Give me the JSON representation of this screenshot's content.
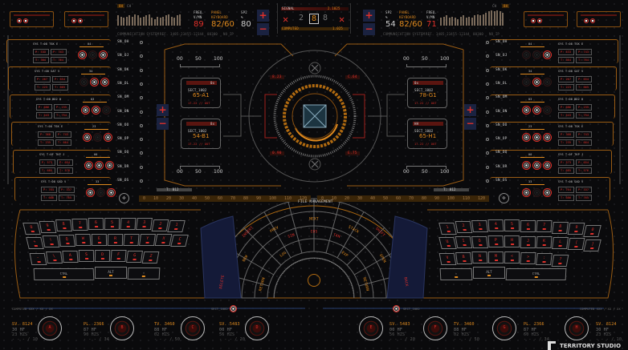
{
  "colors": {
    "accent": "#e08a1e",
    "alert": "#e0302a",
    "panel": "#1a2240"
  },
  "top": {
    "left": {
      "ch_badge": "8H",
      "ch": "CH",
      "freq": "FREQ.",
      "freq_unit": "V/MN",
      "panel": "PANEL",
      "keyboard": "KEYBOARD",
      "sp": "SP2",
      "sp_unit": "%",
      "freq_value": "89",
      "panel_value": "82/60",
      "sp_value": "80",
      "system": "COMMUNICATION SYSTEM",
      "ref": "REF. 3485-23455-12344",
      "code": "00300",
      "ip": "NO IP"
    },
    "right": {
      "ch_badge": "8H",
      "ch": "CH",
      "freq": "FREQ.",
      "freq_unit": "V/MN",
      "panel": "PANEL",
      "keyboard": "KEYBOARD",
      "sp": "SP2",
      "sp_unit": "%",
      "freq_value": "71",
      "panel_value": "82/60",
      "sp_value": "54",
      "system": "COMMUNICATION SYSTEM",
      "ref": "REF. 3485-23455-12344",
      "code": "00300",
      "ip": "NO IP"
    },
    "signal": {
      "label": "SIGNAL",
      "value": "2.1025",
      "digits": [
        "2",
        "8",
        "8"
      ],
      "computed": "COMPUTED",
      "computed_value": "1.025"
    },
    "plus": "+",
    "minus": "−",
    "bars_left": [
      8,
      7,
      6,
      7,
      8,
      7,
      9,
      8,
      6,
      7,
      8,
      9,
      6,
      5,
      7,
      6,
      7,
      8,
      9,
      7,
      6,
      8,
      9
    ],
    "bars_right": [
      6,
      7,
      8,
      6,
      7,
      6,
      5,
      7,
      8,
      6,
      7,
      6,
      8,
      9,
      8,
      9,
      10,
      11,
      12,
      11,
      12,
      11,
      10
    ]
  },
  "sn_left": [
    "SN_OH",
    "SN_OJ",
    "SN_OK",
    "SN_OL",
    "SN_OM",
    "SN_ON",
    "SN_OO",
    "SN_OP",
    "SN_OQ",
    "SN_OR",
    "SN_OS"
  ],
  "sn_right": [
    "SN_OH",
    "SN_OJ",
    "SN_OK",
    "SN_OL",
    "SN_OM",
    "SN_ON",
    "SN_OO",
    "SN_OP",
    "SN_OQ",
    "SN_OR",
    "SN_OS"
  ],
  "blocks_left": [
    {
      "hdr": "SYS  T:08  TSK  E",
      "num": "04",
      "v": [
        "P: 533",
        "P: 743",
        "T: 364",
        "T: 764"
      ],
      "lights": [
        1,
        0,
        1
      ]
    },
    {
      "hdr": "SYS  T:00  SAT  V",
      "num": "34",
      "v": [
        "P: 267",
        "P: 654",
        "T: 223",
        "T: 665"
      ],
      "lights": [
        0,
        1,
        1
      ]
    },
    {
      "hdr": "SYS  T:00  BD2  H",
      "num": "03",
      "v": [
        "P: 686",
        "P: 235",
        "T: 543",
        "T: 754"
      ],
      "lights": [
        1,
        1,
        0
      ]
    },
    {
      "hdr": "SYS  T:08  TSK  E",
      "num": "23",
      "v": [
        "P: 368",
        "P: 743",
        "T: 235",
        "T: 664"
      ],
      "lights": [
        1,
        0,
        1
      ]
    },
    {
      "hdr": "SYS  T:0F  TKP  J",
      "num": "00",
      "v": [
        "P: 573",
        "P: 654",
        "T: 685",
        "T: 576"
      ],
      "lights": [
        1,
        1,
        1
      ]
    },
    {
      "hdr": "SYS  T:08  SAD  V",
      "num": "33",
      "v": [
        "P: 764",
        "P: 337",
        "T: 686",
        "T: 765"
      ],
      "lights": [
        1,
        0,
        1
      ]
    }
  ],
  "blocks_right": [
    {
      "hdr": "SYS  T:08  TSK  E",
      "num": "04",
      "v": [
        "P: 533",
        "P: 743",
        "T: 364",
        "T: 764"
      ],
      "lights": [
        0,
        0,
        1
      ]
    },
    {
      "hdr": "SYS  T:00  SAT  V",
      "num": "34",
      "v": [
        "P: 267",
        "P: 654",
        "T: 223",
        "T: 665"
      ],
      "lights": [
        0,
        1,
        0
      ]
    },
    {
      "hdr": "SYS  T:00  BD2  H",
      "num": "03",
      "v": [
        "P: 686",
        "P: 235",
        "T: 543",
        "T: 754"
      ],
      "lights": [
        1,
        1,
        0
      ]
    },
    {
      "hdr": "SYS  T:08  TSK  E",
      "num": "23",
      "v": [
        "P: 368",
        "P: 743",
        "T: 235",
        "T: 664"
      ],
      "lights": [
        1,
        1,
        1
      ]
    },
    {
      "hdr": "SYS  T:0F  TKP  J",
      "num": "00",
      "v": [
        "P: 573",
        "P: 654",
        "T: 685",
        "T: 576"
      ],
      "lights": [
        1,
        1,
        1
      ]
    },
    {
      "hdr": "SYS  T:08  SAD  V",
      "num": "33",
      "v": [
        "P: 764",
        "P: 337",
        "T: 686",
        "T: 765"
      ],
      "lights": [
        1,
        0,
        1
      ]
    }
  ],
  "center": {
    "scale": [
      "00",
      "50",
      "100"
    ],
    "cards_left": [
      {
        "tag": "0x",
        "sect": "SECT_1002",
        "code": "65-A1",
        "status": "17.22 // OUT"
      },
      {
        "tag": "8x",
        "sect": "SECT_1002",
        "code": "54-B1",
        "status": "17.22 // OUT"
      }
    ],
    "cards_right": [
      {
        "tag": "0x",
        "sect": "SECT_1002",
        "code": "78-G1",
        "status": "17.22 // OUT"
      },
      {
        "tag": "HH",
        "sect": "SECT_1002",
        "code": "65-H1",
        "status": "17.22 // OUT"
      }
    ],
    "readouts": [
      "8.23",
      "C.64",
      "0.90",
      "E.75"
    ],
    "t_label": "T: 012"
  },
  "ruler": [
    "0",
    "10",
    "20",
    "30",
    "40",
    "50",
    "60",
    "70",
    "80",
    "90",
    "100",
    "110",
    "120"
  ],
  "keyboard_left": [
    [
      "0",
      "9",
      "8",
      "7",
      "6",
      "5",
      "4",
      "3",
      "2",
      "1"
    ],
    [
      "+",
      "!",
      "Q",
      "W",
      "E",
      "R",
      "T",
      "Y",
      "X",
      "C"
    ],
    [
      "-",
      "\\",
      "A",
      "S",
      "D",
      "F",
      "G",
      "Z"
    ],
    [
      "CTRL",
      "ALT",
      "⇧"
    ]
  ],
  "keyboard_right": [
    [
      "1",
      "2",
      "3",
      "4",
      "5",
      "6",
      "7",
      "8",
      "9",
      "0"
    ],
    [
      "U",
      "I",
      "O",
      "P",
      "H",
      "J",
      "K",
      "L",
      "[",
      "]"
    ],
    [
      "V",
      "B",
      "N",
      "M",
      "<",
      ">",
      ":",
      "?"
    ],
    [
      "⇧",
      "ALT",
      "CTRL"
    ]
  ],
  "radial": {
    "title": "FILE MANAGEMENT",
    "ring1": [
      "NEW",
      "PREV",
      "NEXT",
      "STACK",
      "OPEN"
    ],
    "ring2": [
      "SIN",
      "COS",
      "TAN"
    ],
    "ring3": [
      "RETURN",
      "LOG",
      "EXP",
      "RETURN"
    ],
    "ring4": [
      "DELETE",
      "INSERT",
      "SHIFT",
      "BACK"
    ]
  },
  "footer": {
    "left_note": "COMPUTED XXX / XX / XX",
    "right_note": "COMPUTED XXX / XX / XX",
    "sect_left": "SECT_1002",
    "sect_right": "SECT_1002"
  },
  "gauges": [
    {
      "id": "A",
      "name": "SV. 8124",
      "hf": "30 HF",
      "hz": "23 HZS",
      "ratio": "- - - / 10"
    },
    {
      "id": "B",
      "name": "PL. 2366",
      "hf": "87 HF",
      "hz": "90 HZS",
      "ratio": "- - - / 34"
    },
    {
      "id": "C",
      "name": "TV. 3460",
      "hf": "88 HF",
      "hz": "02 HZS",
      "ratio": "- - - / 50"
    },
    {
      "id": "D",
      "name": "SV. 5483",
      "hf": "00 HF",
      "hz": "56 HZS",
      "ratio": "- - - / 20"
    },
    {
      "id": "E",
      "name": "SV. 5483",
      "hf": "00 HF",
      "hz": "56 HZS",
      "ratio": "- - - / 20"
    },
    {
      "id": "F",
      "name": "TV. 3460",
      "hf": "88 HF",
      "hz": "02 HZS",
      "ratio": "- - - / 50"
    },
    {
      "id": "G",
      "name": "PL. 2366",
      "hf": "87 HF",
      "hz": "60 HZS",
      "ratio": "- - - / 34"
    },
    {
      "id": "H",
      "name": "SV. 8124",
      "hf": "30 HF",
      "hz": "23 HZS",
      "ratio": "- - - / 10"
    }
  ],
  "brand": "TERRITORY STUDIO"
}
